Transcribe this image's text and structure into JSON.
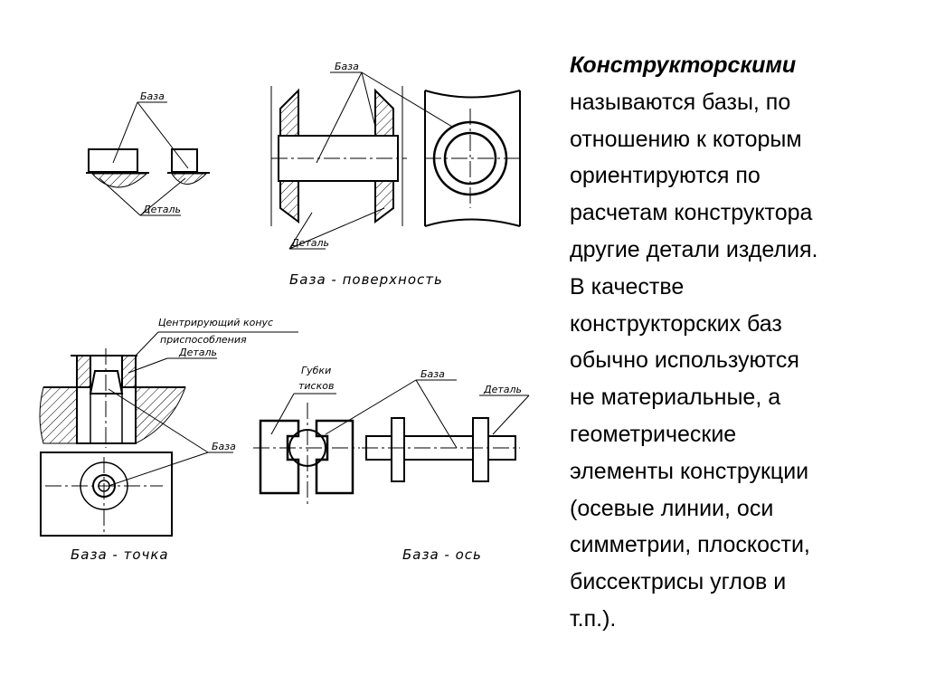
{
  "drawings": {
    "surface": {
      "base_label": "База",
      "part_label": "Деталь",
      "base_label_2": "База",
      "part_label_2": "Деталь",
      "caption": "База - поверхность"
    },
    "point": {
      "cone_label_1": "Центрирующий конус",
      "cone_label_2": "приспособления",
      "part_label": "Деталь",
      "base_label": "База",
      "caption": "База - точка"
    },
    "axis": {
      "jaws_label_1": "Губки",
      "jaws_label_2": "тисков",
      "base_label": "База",
      "part_label": "Деталь",
      "caption": "База - ось"
    }
  },
  "text": {
    "lines": [
      "Конструкторскими",
      "называются базы, по",
      "отношению к которым",
      "ориентируются по",
      "расчетам конструктора",
      "другие детали изделия.",
      "В качестве",
      "конструкторских баз",
      "обычно используются",
      "не материальные, а",
      "геометрические",
      "элементы конструкции",
      "(осевые линии, оси",
      "симметрии, плоскости,",
      "биссектрисы углов и",
      "т.п.)."
    ]
  }
}
